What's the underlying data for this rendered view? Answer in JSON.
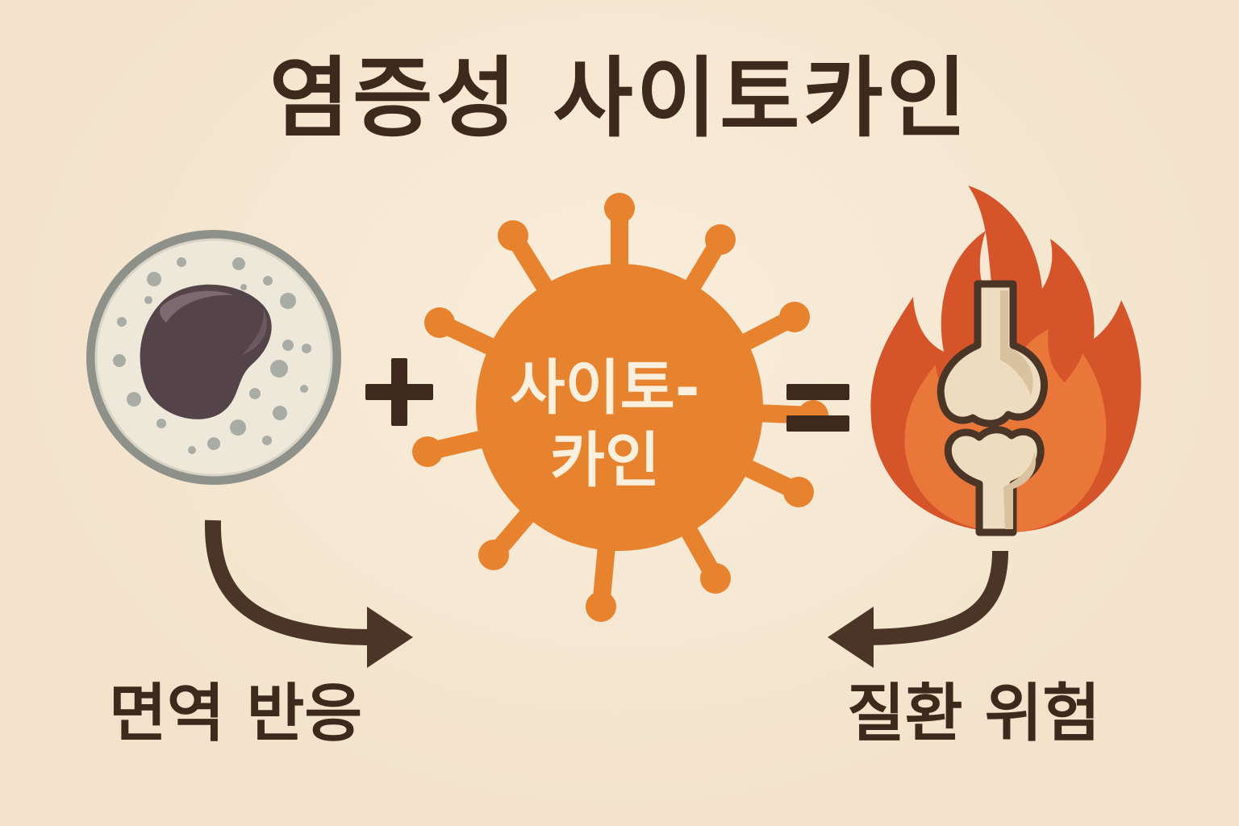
{
  "title": "염증성 사이토카인",
  "cytokine": {
    "line1": "사이토-",
    "line2": "카인"
  },
  "labels": {
    "immune_response": "면역 반응",
    "disease_risk": "질환 위험"
  },
  "icons": {
    "immune_cell": "immune-cell-icon",
    "cytokine": "virus-icon",
    "inflamed_joint": "flame-joint-icon",
    "plus": "plus-icon",
    "equals": "equals-icon",
    "arrow_left_curve": "curved-arrow-right-icon",
    "arrow_right_curve": "curved-arrow-left-icon"
  },
  "colors": {
    "background": "#f3e3cc",
    "text": "#3d2a1c",
    "cytokine": "#e7832f",
    "flame_outer": "#d5542a",
    "flame_inner": "#e9773a",
    "bone": "#eddcbf",
    "cell_nucleus": "#54444a"
  }
}
